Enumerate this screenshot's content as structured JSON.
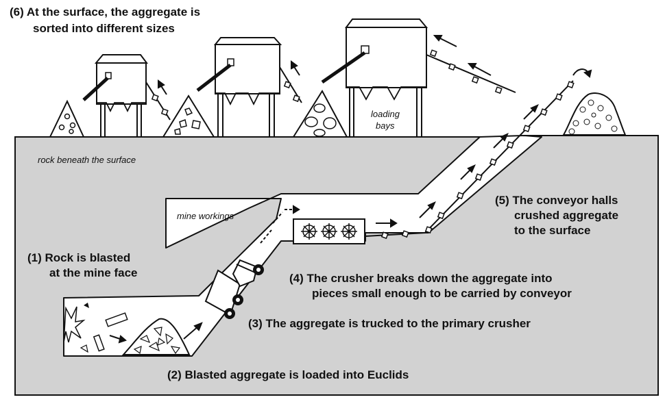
{
  "labels": {
    "step6_line1": "(6) At the surface, the aggregate is",
    "step6_line2": "sorted into different sizes",
    "rock_beneath": "rock beneath the surface",
    "loading_bays_1": "loading",
    "loading_bays_2": "bays",
    "mine_workings": "mine workings",
    "step1_line1": "(1) Rock is blasted",
    "step1_line2": "at the mine face",
    "step2": "(2) Blasted aggregate is loaded into Euclids",
    "step3": "(3)  The aggregate is trucked to the primary crusher",
    "step4_line1": "(4)  The crusher breaks down the aggregate into",
    "step4_line2": "pieces small enough to be carried by conveyor",
    "step5_line1": "(5)  The conveyor halls",
    "step5_line2": "crushed aggregate",
    "step5_line3": "to the surface"
  },
  "colors": {
    "ground": "#d2d2d2",
    "tunnel": "#ffffff",
    "ink": "#111111",
    "sky": "#ffffff"
  }
}
